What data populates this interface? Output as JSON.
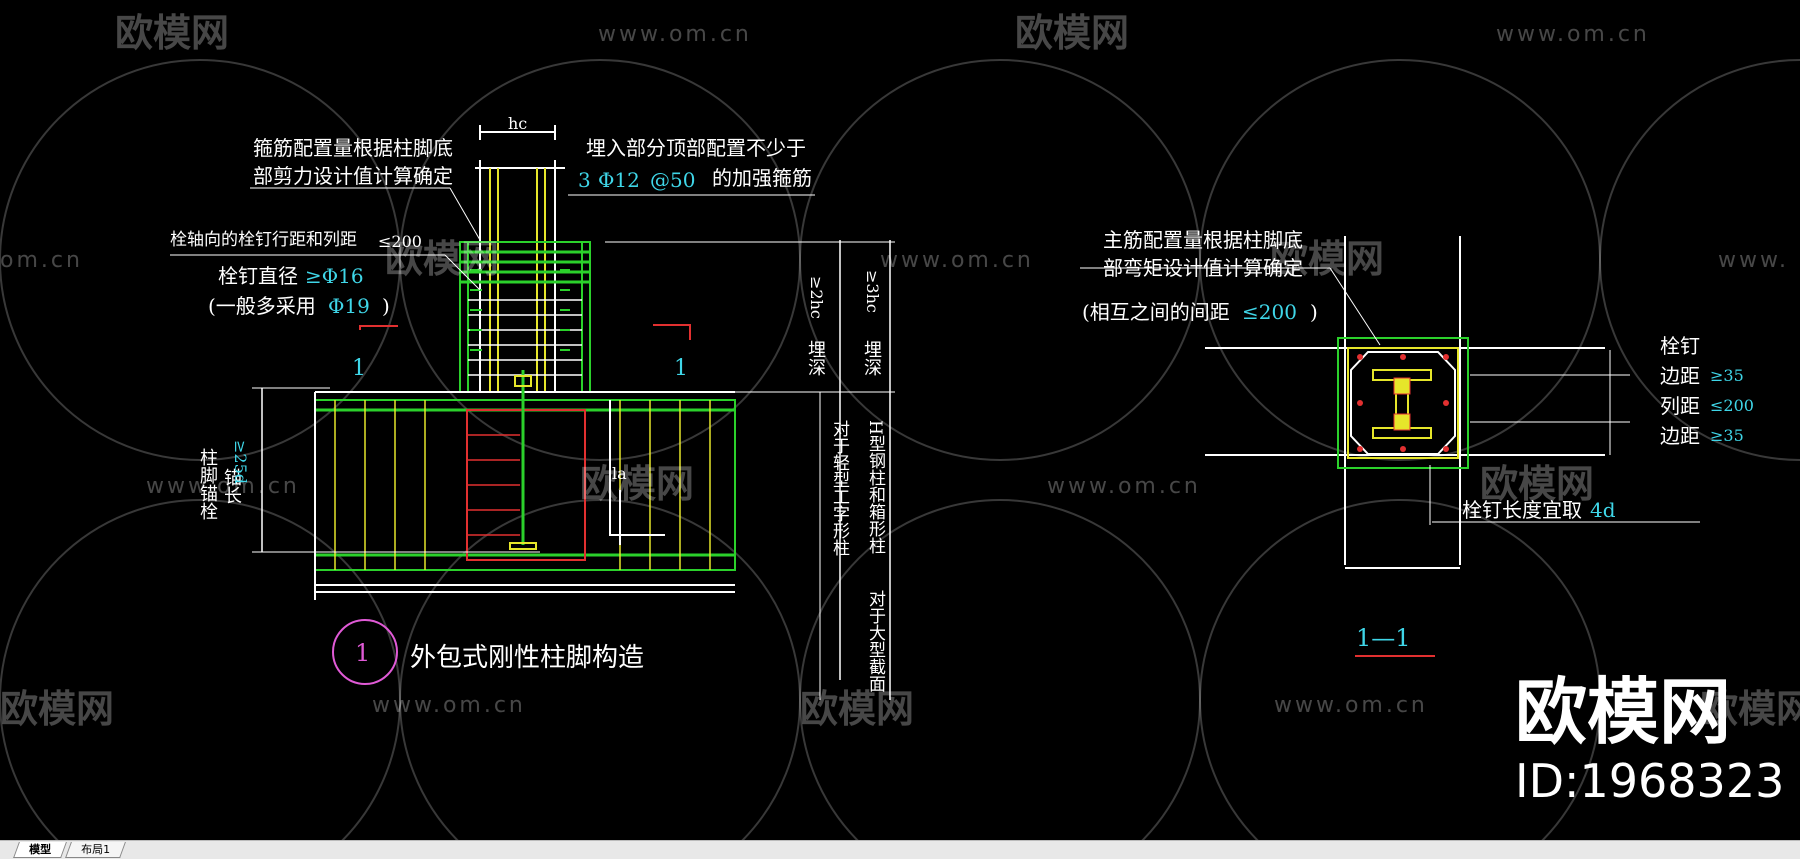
{
  "watermarks": {
    "logo_text": "欧模网",
    "url_text": "www.om.cn",
    "url_partial": "om.cn",
    "url_partial_left": "www.",
    "logo_partial": "欧模网"
  },
  "brand": {
    "name": "欧模网",
    "id": "ID:1968323"
  },
  "left_detail": {
    "dim_hc": "hc",
    "note_stirrup_line1": "箍筋配置量根据柱脚底",
    "note_stirrup_line2": "部剪力设计值计算确定",
    "note_embed_line1": "埋入部分顶部配置不少于",
    "note_embed_line2_prefix": "3",
    "note_embed_phi": "Φ12",
    "note_embed_at": "@50",
    "note_embed_suffix": "的加强箍筋",
    "stud_spacing": "栓轴向的栓钉行距和列距",
    "stud_spacing_value": "≤200",
    "stud_diameter": "栓钉直径",
    "stud_diameter_value": "≥Φ16",
    "stud_common": "(一般多采用",
    "stud_common_value": "Φ19",
    "stud_common_close": ")",
    "section_mark_left": "1",
    "section_mark_right": "1",
    "anchor_label_1": "柱脚锚栓",
    "anchor_label_2": "锚长",
    "anchor_value": "≥25d",
    "embed_depth_1": "埋深",
    "embed_depth_1_value": "≥2hc",
    "embed_depth_2": "埋深",
    "embed_depth_2_value": "≥3hc",
    "note_light_i": "对于轻型工字形柱",
    "note_h_box": "H型钢柱和箱形柱",
    "note_h_prefix": "H",
    "note_large": "对于大型截面",
    "la_label": "la",
    "title_circle": "1",
    "title_text": "外包式刚性柱脚构造"
  },
  "right_detail": {
    "note_main_line1": "主筋配置量根据柱脚底",
    "note_main_line2": "部弯矩设计值计算确定",
    "note_spacing": "(相互之间的间距",
    "note_spacing_value": "≤200",
    "note_spacing_close": ")",
    "stud_label": "栓钉",
    "edge_label_1": "边距",
    "edge_value_1": "≥35",
    "col_label": "列距",
    "col_value": "≤200",
    "edge_label_2": "边距",
    "edge_value_2": "≥35",
    "stud_length": "栓钉长度宜取",
    "stud_length_value": "4d",
    "section_title": "1—1"
  },
  "tabs": [
    {
      "label": "模型",
      "active": true
    },
    {
      "label": "布局1",
      "active": false
    }
  ],
  "colors": {
    "background": "#000000",
    "green": "#2bd12b",
    "yellow": "#e6e62a",
    "red": "#e23030",
    "white": "#ffffff",
    "cyan": "#3fd6e8",
    "magenta": "#e05ad6"
  }
}
